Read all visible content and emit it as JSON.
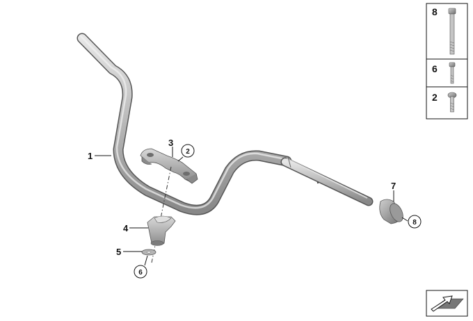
{
  "callouts": {
    "c1": "1",
    "c3": "3",
    "c2": "2",
    "c4": "4",
    "c5": "5",
    "c6": "6",
    "c7": "7",
    "c8": "8"
  },
  "parts_panel": {
    "p8": "8",
    "p6": "6",
    "p2": "2"
  },
  "colors": {
    "metal_light": "#d4d4d4",
    "metal_mid": "#a9a9a9",
    "metal_dark": "#7a7a7a",
    "line": "#111111"
  },
  "icons": [
    "screw-icon",
    "bolt-icon",
    "navigation-arrow-icon"
  ]
}
